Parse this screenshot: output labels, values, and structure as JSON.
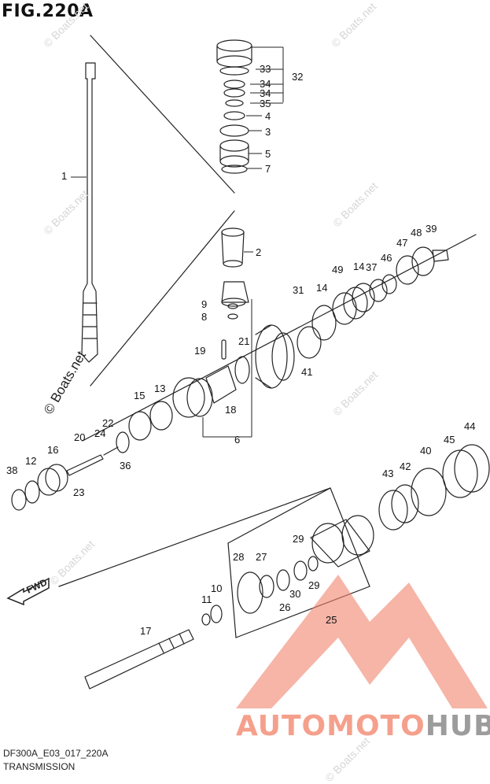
{
  "figure": {
    "title": "FIG.220A",
    "code": "DF300A_E03_017_220A",
    "name": "TRANSMISSION"
  },
  "fwd_label": "FWD",
  "watermarks": {
    "site": "© Boats.net",
    "site_dark": "© Boats.net"
  },
  "logo": {
    "part1": "AUTOMOTO",
    "part2": "HUB",
    "colors": {
      "accent": "#f5a08c",
      "grey": "#9c9c9c"
    }
  },
  "callouts": [
    "1",
    "2",
    "3",
    "4",
    "5",
    "6",
    "7",
    "8",
    "9",
    "10",
    "11",
    "12",
    "13",
    "14",
    "14",
    "15",
    "16",
    "17",
    "18",
    "19",
    "20",
    "21",
    "22",
    "23",
    "24",
    "25",
    "26",
    "27",
    "28",
    "29",
    "29",
    "30",
    "31",
    "32",
    "33",
    "34",
    "34",
    "35",
    "36",
    "37",
    "38",
    "39",
    "40",
    "41",
    "42",
    "43",
    "44",
    "45",
    "46",
    "47",
    "48",
    "49"
  ]
}
